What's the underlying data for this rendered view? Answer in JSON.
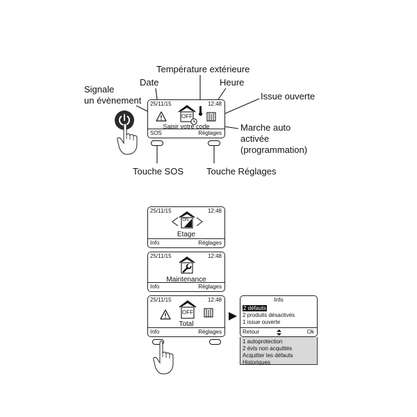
{
  "top_panel": {
    "callouts": {
      "date": "Date",
      "temperature": "Température extérieure",
      "time": "Heure",
      "signal_line1": "Signale",
      "signal_line2": "un évènement",
      "exit_open": "Issue ouverte",
      "auto_line1": "Marche auto",
      "auto_line2": "activée",
      "auto_line3": "(programmation)",
      "sos_key": "Touche SOS",
      "settings_key": "Touche Réglages"
    },
    "screen": {
      "date": "25/11/15",
      "time": "12:48",
      "mode_badge": "OFF",
      "message": "Saisir votre code",
      "left_soft": "SOS",
      "right_soft": "Réglages"
    }
  },
  "screens": [
    {
      "date": "25/11/15",
      "time": "12:48",
      "badge": "ON",
      "label": "Etage",
      "left_soft": "Info",
      "right_soft": "Réglages"
    },
    {
      "date": "25/11/15",
      "time": "12:48",
      "label": "Maintenance",
      "left_soft": "Info",
      "right_soft": "Réglages"
    },
    {
      "date": "25/11/15",
      "time": "12:48",
      "badge": "OFF",
      "label": "Total",
      "left_soft": "Info",
      "right_soft": "Réglages"
    }
  ],
  "info_screen": {
    "title": "Info",
    "lines": [
      "2 défauts",
      "2 produits désactivés",
      "1 issue ouverte"
    ],
    "left_soft": "Retour",
    "right_soft": "Ok",
    "submenu": [
      "1 autoprotection",
      "2 évts non acquittés",
      "Acquitter les défauts",
      "Historiques"
    ]
  },
  "icons": {
    "power_button": "power-icon",
    "hand": "hand-pointer-icon",
    "warning": "warning-icon",
    "house": "house-icon",
    "thermometer": "thermometer-icon",
    "door": "open-door-icon",
    "clock": "clock-icon",
    "wrench": "wrench-icon",
    "arrow": "arrow-right-icon",
    "updown": "up-down-arrows-icon"
  },
  "colors": {
    "ink": "#1a1a1a",
    "button_dark": "#2b2b2b",
    "submenu_bg": "#d9d9d9"
  }
}
